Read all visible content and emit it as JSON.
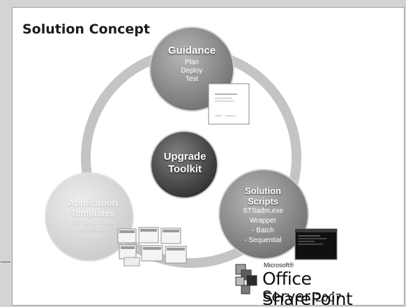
{
  "slide": {
    "title": "Solution Concept"
  },
  "nodes": {
    "guidance": {
      "heading": "Guidance",
      "items": [
        "Plan",
        "Deploy",
        "Test"
      ]
    },
    "center": {
      "heading_line1": "Upgrade",
      "heading_line2": "Toolkit"
    },
    "solution_scripts": {
      "heading_line1": "Solution",
      "heading_line2": "Scripts",
      "items": [
        "STSadm.exe",
        "Wrapper",
        "- Batch",
        "- Sequential"
      ]
    },
    "application_templates": {
      "heading_line1": "Application",
      "heading_line2": "Templates",
      "items": [
        "60+ Upgraded",
        "Application",
        "Templates"
      ]
    }
  },
  "logo": {
    "brand": "Microsoft®",
    "product": "Office SharePoint",
    "server": "Server",
    "year": "2007"
  },
  "colors": {
    "ring": "#bcbcbc",
    "center_circle": "#555555",
    "outer_circle": "#8c8c8c",
    "faded_circle": "#d8d8d8",
    "console": "#101010"
  }
}
